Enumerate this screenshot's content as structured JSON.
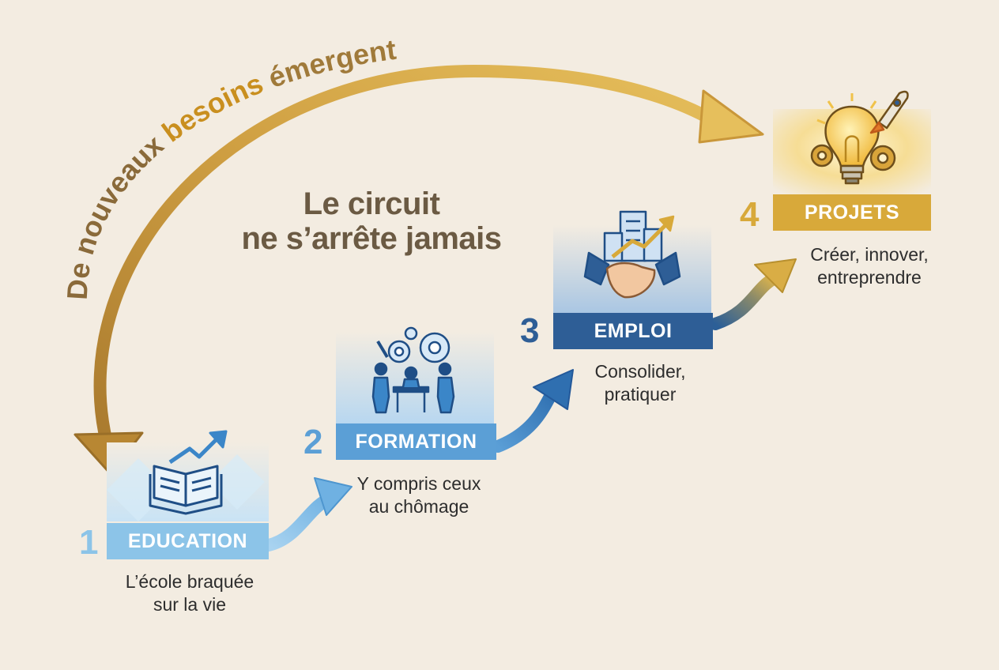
{
  "title": {
    "line1": "Le circuit",
    "line2": "ne s’arrête jamais"
  },
  "loop_label": {
    "part1": "De nouveaux ",
    "part2": "besoins",
    "part3": " émergent"
  },
  "steps": [
    {
      "number": "1",
      "label": "EDUCATION",
      "desc": [
        "L’école braquée",
        "sur la vie"
      ],
      "icon": "book-growth-icon",
      "color": "#8cc4e8"
    },
    {
      "number": "2",
      "label": "FORMATION",
      "desc": [
        "Y compris ceux",
        "au chômage"
      ],
      "icon": "workshop-gears-icon",
      "color": "#5b9fd6"
    },
    {
      "number": "3",
      "label": "EMPLOI",
      "desc": [
        "Consolider,",
        "pratiquer"
      ],
      "icon": "handshake-city-icon",
      "color": "#2e5e96"
    },
    {
      "number": "4",
      "label": "PROJETS",
      "desc": [
        "Créer, innover,",
        "entreprendre"
      ],
      "icon": "lightbulb-rocket-icon",
      "color": "#d8a93a"
    }
  ],
  "colors": {
    "background": "#f3ece1",
    "title": "#6b5a43",
    "loop_arrow": "#c9973a",
    "loop_text_dark": "#8a6a3a",
    "loop_text_gold": "#c98f1f"
  }
}
